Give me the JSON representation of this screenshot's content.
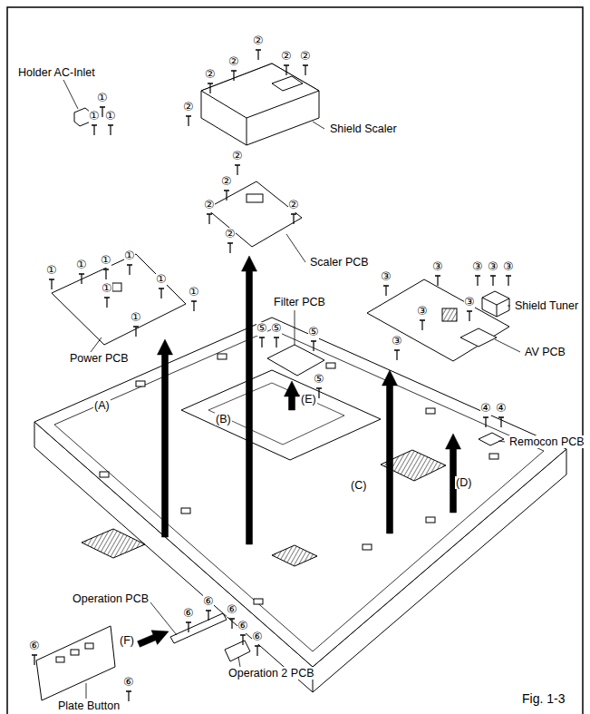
{
  "diagram": {
    "caption": "Fig. 1-3",
    "labels": [
      "②",
      "②",
      "②",
      "②",
      "②",
      "②",
      "②",
      "Shield Scaler",
      "Holder AC-Inlet",
      "①",
      "①",
      "①",
      "②",
      "②",
      "②",
      "②",
      "Scaler PCB",
      "Filter PCB",
      "①",
      "①",
      "①",
      "①",
      "①",
      "①",
      "①",
      "①",
      "③",
      "③",
      "③",
      "③",
      "③",
      "③",
      "③",
      "③",
      "Shield Tuner",
      "AV PCB",
      "(B)",
      "⑤",
      "⑤",
      "⑤",
      "⑤",
      "Power PCB",
      "(A)",
      "(E)",
      "④",
      "④",
      "Remocon PCB",
      "(C)",
      "(D)",
      "Operation PCB",
      "⑥",
      "⑥",
      "⑥",
      "⑥",
      "⑥",
      "⑥",
      "⑥",
      "(F)",
      "Operation 2 PCB",
      "Plate Button"
    ]
  }
}
